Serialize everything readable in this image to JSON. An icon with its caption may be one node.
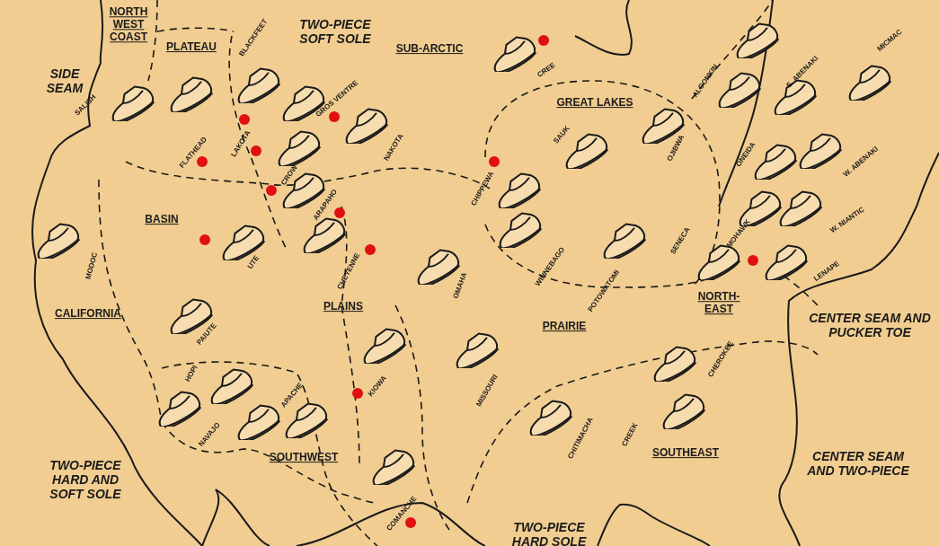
{
  "diagram": {
    "labels": [
      "SIDE SEAM",
      "NORTH WEST COAST",
      "PLATEAU",
      "TWO-PIECE SOFT SOLE",
      "SUB-ARCTIC",
      "BLACKFEET",
      "SALISH",
      "GROS VENTRE",
      "CREE",
      "FLATHEAD",
      "LAKOTA",
      "NAKOTA",
      "CROW",
      "GREAT LAKES",
      "ALGONKIN",
      "E. ABENAKI",
      "MICMAC",
      "SAUK",
      "OJIBWA",
      "ONEIDA",
      "W. ABENAKI",
      "CHIPPEWA",
      "ARAPAHO",
      "BASIN",
      "MODOC",
      "UTE",
      "CHEYENNE",
      "OMAHA",
      "WINNEBAGO",
      "SENECA",
      "MOHAWK",
      "W. NIANTIC",
      "POTOWATOMI",
      "LENAPE",
      "CALIFORNIA",
      "PAIUTE",
      "PLAINS",
      "PRAIRIE",
      "NORTH-EAST",
      "CENTER SEAM AND PUCKER TOE",
      "HOPI",
      "APACHE",
      "KIOWA",
      "MISSOURI",
      "CHEROKEE",
      "NAVAJO",
      "CHITIMACHA",
      "CREEK",
      "SOUTHWEST",
      "SOUTHEAST",
      "CENTER SEAM AND TWO-PIECE",
      "TWO-PIECE HARD AND SOFT SOLE",
      "COMANCHE",
      "TWO-PIECE HARD SOLE"
    ]
  }
}
